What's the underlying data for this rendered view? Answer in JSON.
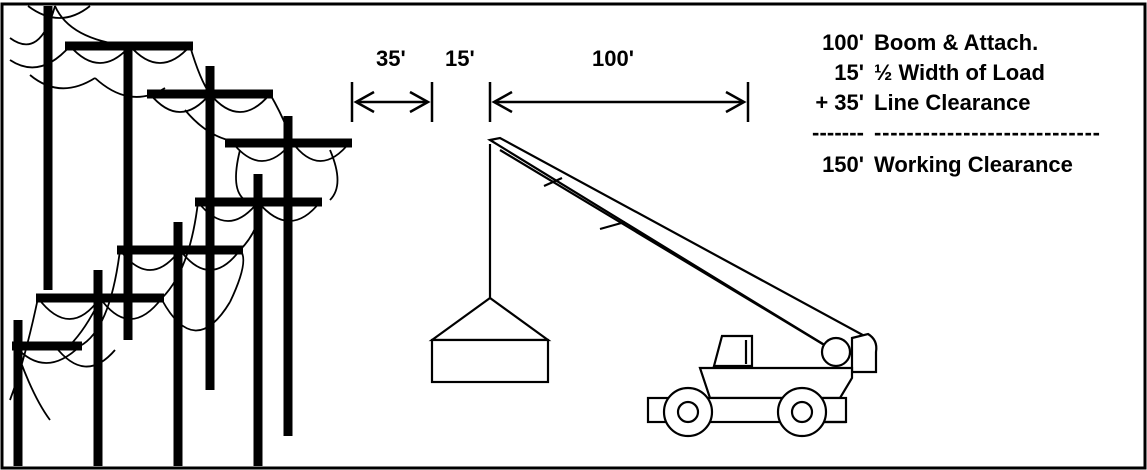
{
  "dimensions": {
    "line_clearance": "35'",
    "half_width": "15'",
    "boom": "100'"
  },
  "calculation": {
    "rows": [
      {
        "value": "100'",
        "label": "Boom & Attach."
      },
      {
        "value": "15'",
        "label": "½ Width of Load"
      },
      {
        "value": "+ 35'",
        "label": "Line Clearance"
      }
    ],
    "divider_left": "-------",
    "divider_right": "----------------------------",
    "total": {
      "value": "150'",
      "label": "Working Clearance"
    }
  }
}
